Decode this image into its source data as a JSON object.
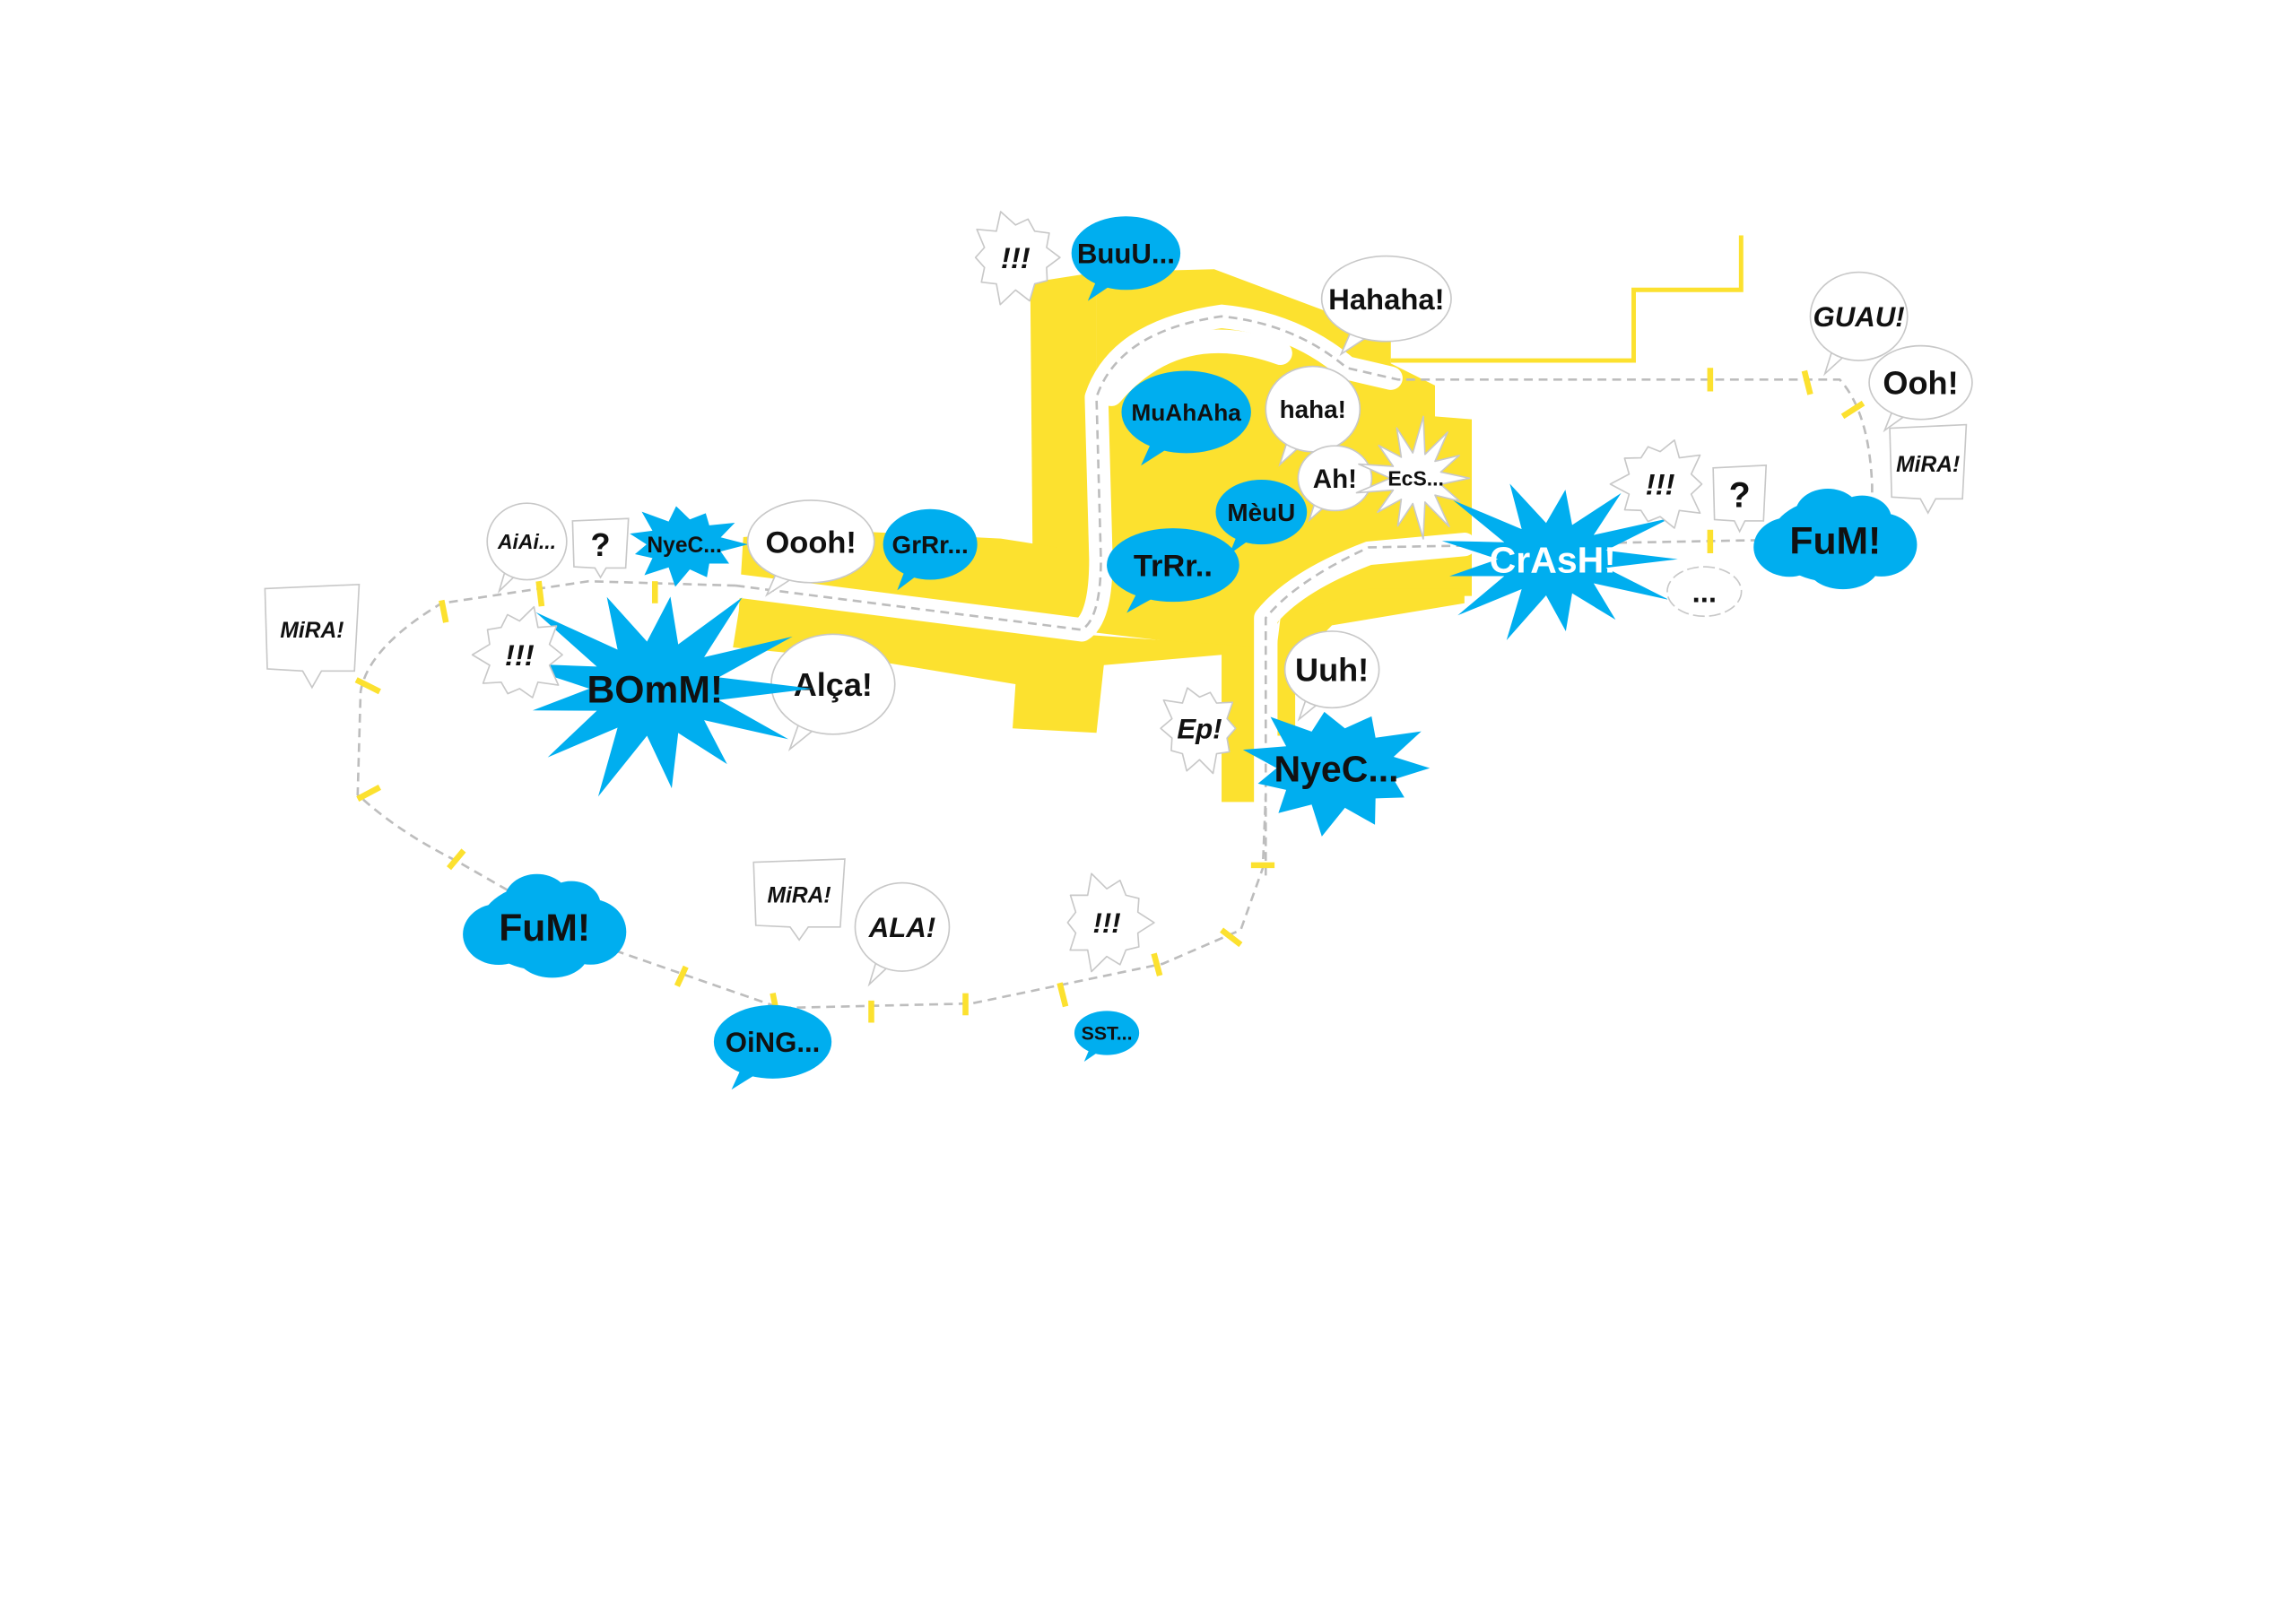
{
  "colors": {
    "yellow": "#fce12f",
    "blue": "#00aeef",
    "white": "#ffffff",
    "path": "#bdbdbd",
    "text": "#111111"
  },
  "bubbles": [
    {
      "text": "!!!",
      "style": "white"
    },
    {
      "text": "BuuU...",
      "style": "blue"
    },
    {
      "text": "Hahaha!",
      "style": "white"
    },
    {
      "text": "MuAhAha",
      "style": "blue"
    },
    {
      "text": "haha!",
      "style": "white"
    },
    {
      "text": "Ah!",
      "style": "white"
    },
    {
      "text": "EcS...",
      "style": "white"
    },
    {
      "text": "MèuU",
      "style": "blue"
    },
    {
      "text": "TrRr..",
      "style": "blue"
    },
    {
      "text": "CrAsH!",
      "style": "blue"
    },
    {
      "text": "!!!",
      "style": "white"
    },
    {
      "text": "?",
      "style": "white"
    },
    {
      "text": "...",
      "style": "white"
    },
    {
      "text": "FuM!",
      "style": "blue"
    },
    {
      "text": "GUAU!",
      "style": "white"
    },
    {
      "text": "Ooh!",
      "style": "white"
    },
    {
      "text": "MiRA!",
      "style": "white"
    },
    {
      "text": "Uuh!",
      "style": "white"
    },
    {
      "text": "Ep!",
      "style": "white"
    },
    {
      "text": "NyeC...",
      "style": "blue"
    },
    {
      "text": "Alça!",
      "style": "white"
    },
    {
      "text": "BOmM!",
      "style": "blue"
    },
    {
      "text": "!!!",
      "style": "white"
    },
    {
      "text": "MiRA!",
      "style": "white"
    },
    {
      "text": "AiAi...",
      "style": "white"
    },
    {
      "text": "?",
      "style": "white"
    },
    {
      "text": "NyeC...",
      "style": "blue"
    },
    {
      "text": "Oooh!",
      "style": "white"
    },
    {
      "text": "GrRr...",
      "style": "blue"
    },
    {
      "text": "FuM!",
      "style": "blue"
    },
    {
      "text": "MiRA!",
      "style": "white"
    },
    {
      "text": "ALA!",
      "style": "white"
    },
    {
      "text": "!!!",
      "style": "white"
    },
    {
      "text": "OiNG...",
      "style": "blue"
    },
    {
      "text": "SST...",
      "style": "blue"
    }
  ]
}
